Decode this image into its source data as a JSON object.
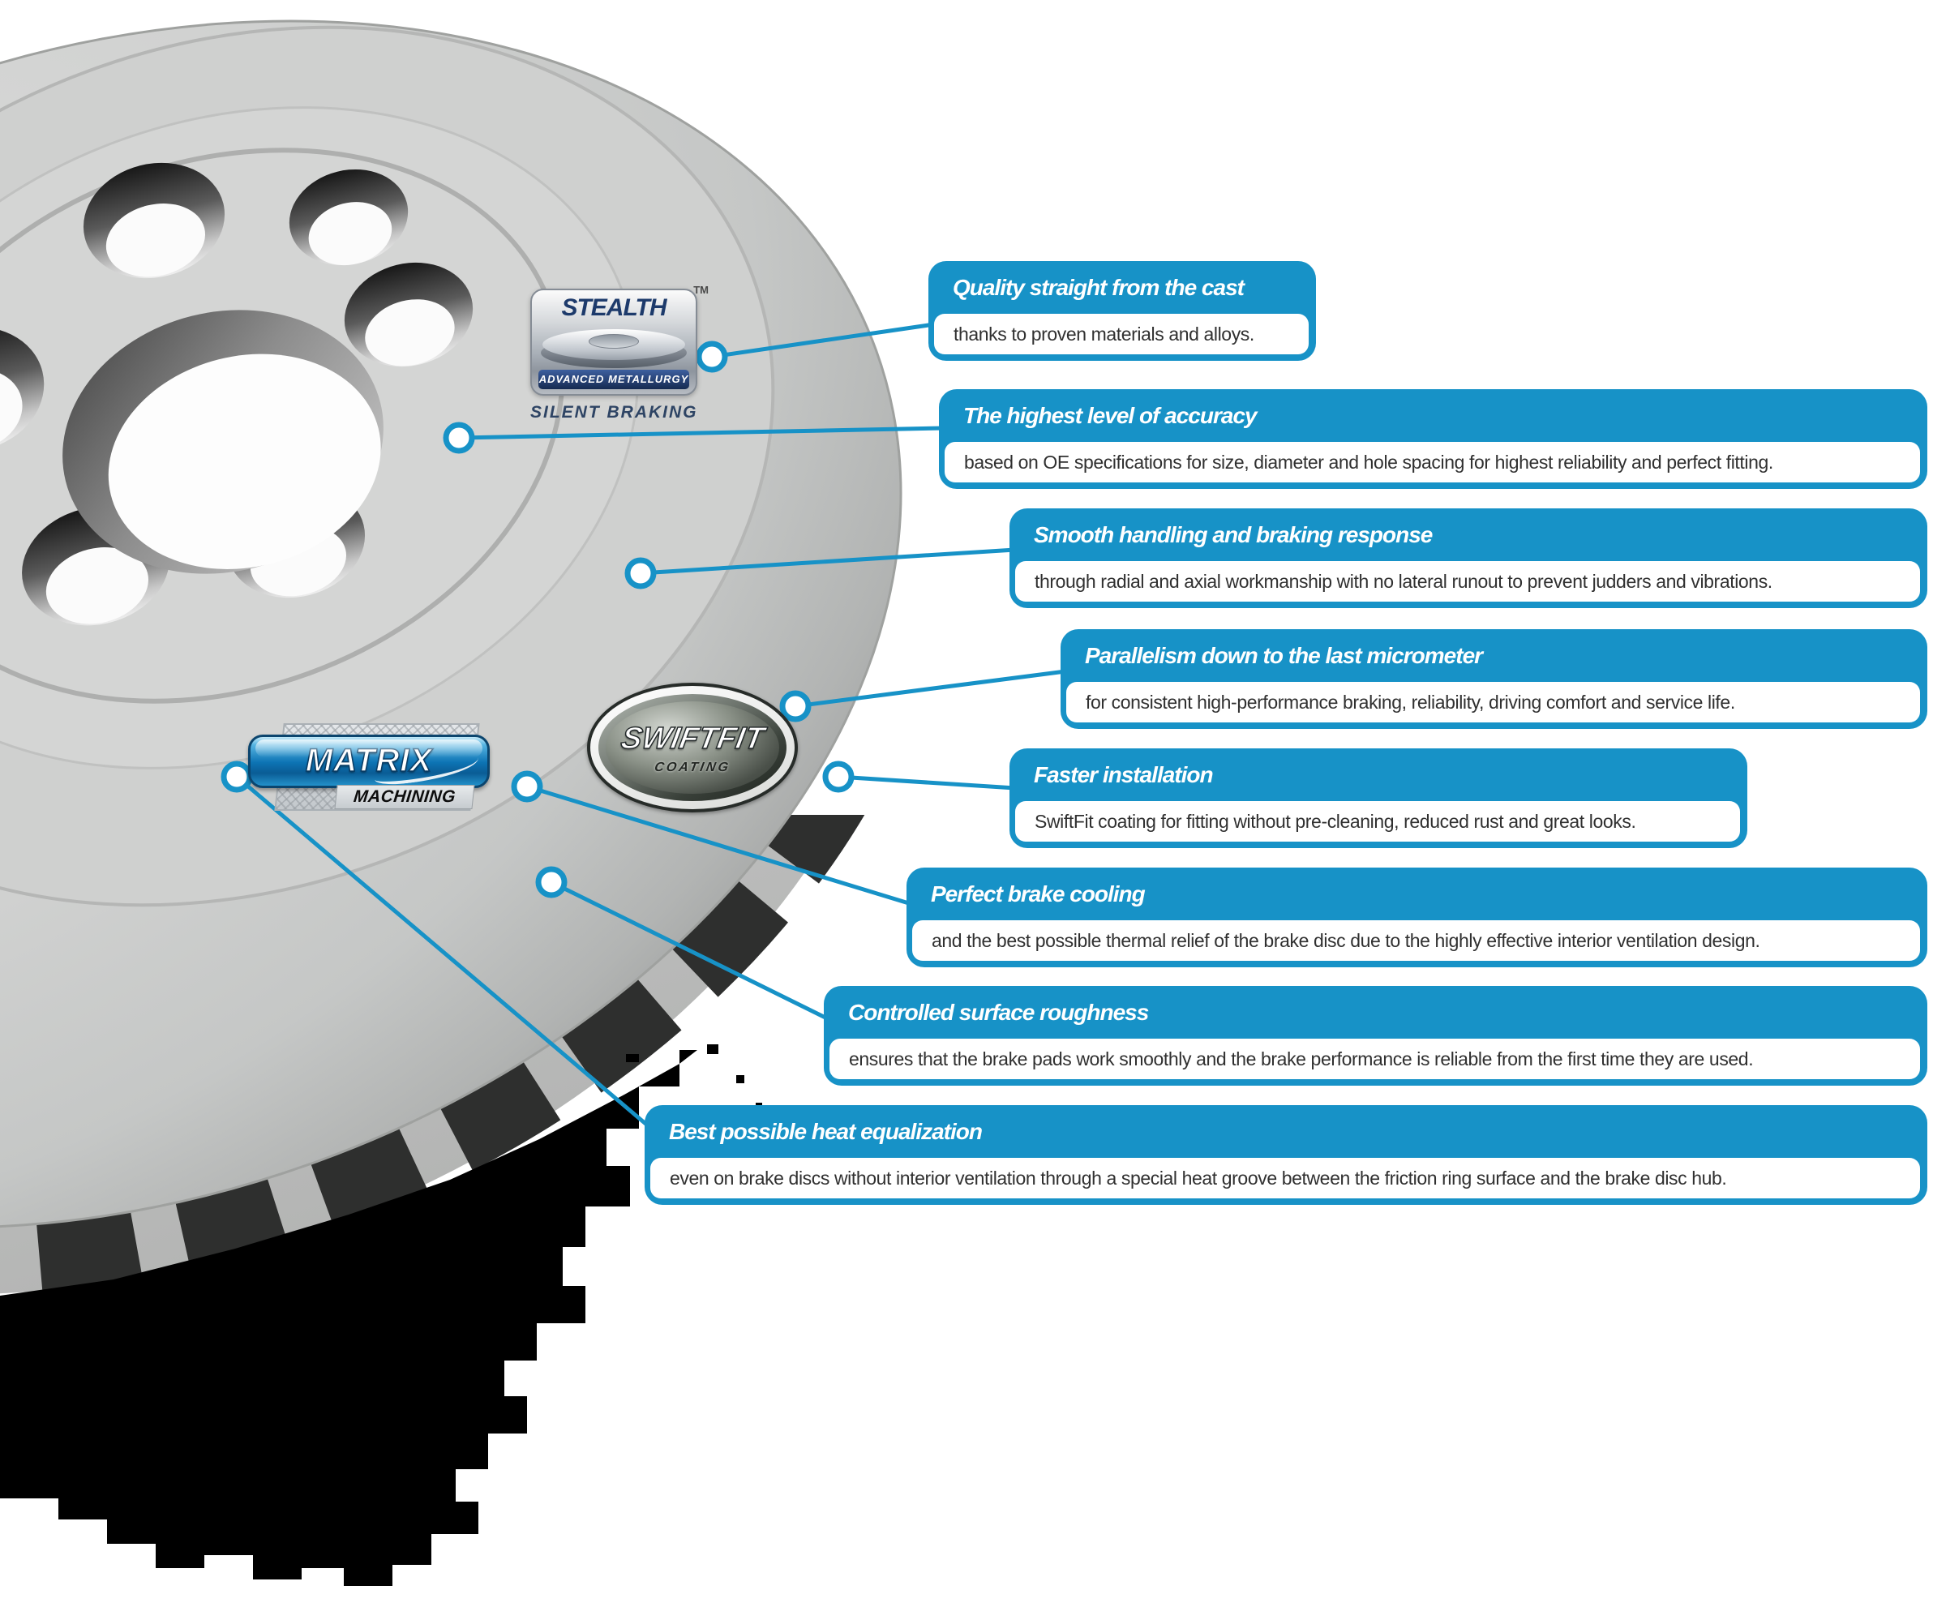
{
  "colors": {
    "accent_blue": "#1792C7",
    "navy": "#1D3A6B",
    "body_text": "#303030",
    "disc_gray": "#CFD0CF",
    "shadow_black": "#000000"
  },
  "callouts": [
    {
      "title": "Quality straight from the cast",
      "description": "thanks to proven materials and alloys."
    },
    {
      "title": "The highest level of accuracy",
      "description": "based on OE specifications for size, diameter and hole spacing for highest reliability and perfect fitting."
    },
    {
      "title": "Smooth handling and braking response",
      "description": "through radial and axial workmanship with no lateral runout to prevent judders and vibrations."
    },
    {
      "title": "Parallelism down to the last micrometer",
      "description": "for consistent high-performance braking, reliability, driving comfort and service life."
    },
    {
      "title": "Faster installation",
      "description": "SwiftFit coating for fitting without pre-cleaning, reduced rust and great looks."
    },
    {
      "title": "Perfect brake cooling",
      "description": "and the best possible thermal relief of the brake disc due to the highly effective interior ventilation design."
    },
    {
      "title": "Controlled surface roughness",
      "description": "ensures that the brake pads work smoothly and the brake performance is reliable from the first time they are used."
    },
    {
      "title": "Best possible heat equalization",
      "description": "even on brake discs without interior ventilation through a special heat groove between the friction ring surface and the brake disc hub."
    }
  ],
  "logos": {
    "stealth": {
      "name": "STEALTH",
      "trademark": "TM",
      "bar": "ADVANCED METALLURGY",
      "tagline": "SILENT BRAKING"
    },
    "matrix": {
      "name": "MATRIX",
      "tagline": "MACHINING"
    },
    "swiftfit": {
      "name": "SWIFTFIT",
      "tagline": "COATING"
    }
  }
}
